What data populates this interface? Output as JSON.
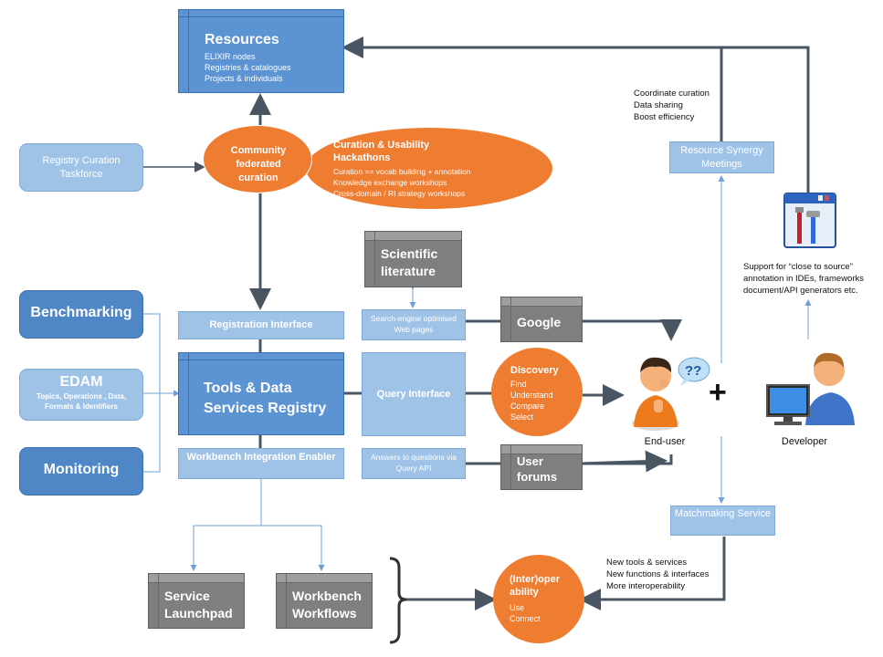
{
  "resources": {
    "title": "Resources",
    "items": [
      "ELIXIR nodes",
      "Registries & catalogues",
      "Projects & individuals"
    ]
  },
  "registry_curation_taskforce": "Registry Curation Taskforce",
  "community_curation": "Community federated curation",
  "hackathons": {
    "title": "Curation & Usability Hackathons",
    "items": [
      "Curation == vocab building + annotation",
      "Knowledge exchange workshops",
      "Cross-domain / RI strategy workshops"
    ]
  },
  "coordinate_notes": [
    "Coordinate curation",
    "Data sharing",
    "Boost efficiency"
  ],
  "resource_synergy": "Resource Synergy Meetings",
  "developer_support_note": [
    "Support for “close to source”",
    "annotation in IDEs, frameworks",
    "document/API generators etc."
  ],
  "scientific_literature": "Scientific literature",
  "benchmarking": "Benchmarking",
  "edam": {
    "title": "EDAM",
    "subtitle": "Topics, Operations , Data, Formats & Identifiers"
  },
  "monitoring": "Monitoring",
  "registration_interface": "Registration Interface",
  "registry_main": "Tools & Data Services Registry",
  "workbench_integration": "Workbench Integration Enabler",
  "search_engine": "Search-engine optimised Web pages",
  "query_interface": "Query Interface",
  "answers": "Answers to questions via Query API",
  "google": "Google",
  "user_forums": "User forums",
  "discovery": {
    "title": "Discovery",
    "items": [
      "Find",
      "Understand",
      "Compare",
      "Select"
    ]
  },
  "end_user": "End-user",
  "plus": "+",
  "developer": "Developer",
  "matchmaking": "Matchmaking Service",
  "new_tools_notes": [
    "New tools & services",
    "New functions & interfaces",
    "More interoperability"
  ],
  "interoperability": {
    "title": "(Inter)oper ability",
    "items": [
      "Use",
      "Connect"
    ]
  },
  "service_launchpad": "Service Launchpad",
  "workbench_workflows": "Workbench Workflows",
  "icons": [
    "tools-window-icon",
    "end-user-icon",
    "question-bubble-icon",
    "developer-icon"
  ],
  "colors": {
    "dark_blue": "#4f86c6",
    "light_blue": "#9fc3e7",
    "orange": "#ef7d31",
    "grey": "#7f7f7f",
    "arrow": "#4a5563"
  }
}
